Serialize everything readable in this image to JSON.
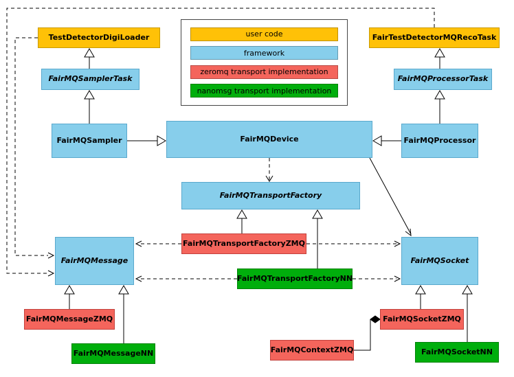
{
  "palette": {
    "user_code": "#FFC107",
    "framework": "#87CEEB",
    "zeromq": "#F4655C",
    "nanomsg": "#00AE0C"
  },
  "legend": {
    "items": [
      {
        "label": "user code",
        "category": "user_code"
      },
      {
        "label": "framework",
        "category": "framework"
      },
      {
        "label": "zeromq transport implementation",
        "category": "zeromq"
      },
      {
        "label": "nanomsg transport implementation",
        "category": "nanomsg"
      }
    ]
  },
  "nodes": {
    "testDetectorDigiLoader": {
      "label": "TestDetectorDigiLoader",
      "category": "user_code",
      "abstract": false
    },
    "fairTestDetectorMQRecoTask": {
      "label": "FairTestDetectorMQRecoTask",
      "category": "user_code",
      "abstract": false
    },
    "fairMQSamplerTask": {
      "label": "FairMQSamplerTask",
      "category": "framework",
      "abstract": true
    },
    "fairMQProcessorTask": {
      "label": "FairMQProcessorTask",
      "category": "framework",
      "abstract": true
    },
    "fairMQSampler": {
      "label": "FairMQSampler",
      "category": "framework",
      "abstract": false
    },
    "fairMQDevice": {
      "label": "FairMQDevice",
      "category": "framework",
      "abstract": false
    },
    "fairMQProcessor": {
      "label": "FairMQProcessor",
      "category": "framework",
      "abstract": false
    },
    "fairMQTransportFactory": {
      "label": "FairMQTransportFactory",
      "category": "framework",
      "abstract": true
    },
    "fairMQTransportFactoryZMQ": {
      "label": "FairMQTransportFactoryZMQ",
      "category": "zeromq",
      "abstract": false
    },
    "fairMQTransportFactoryNN": {
      "label": "FairMQTransportFactoryNN",
      "category": "nanomsg",
      "abstract": false
    },
    "fairMQMessage": {
      "label": "FairMQMessage",
      "category": "framework",
      "abstract": true
    },
    "fairMQSocket": {
      "label": "FairMQSocket",
      "category": "framework",
      "abstract": true
    },
    "fairMQMessageZMQ": {
      "label": "FairMQMessageZMQ",
      "category": "zeromq",
      "abstract": false
    },
    "fairMQMessageNN": {
      "label": "FairMQMessageNN",
      "category": "nanomsg",
      "abstract": false
    },
    "fairMQContextZMQ": {
      "label": "FairMQContextZMQ",
      "category": "zeromq",
      "abstract": false
    },
    "fairMQSocketZMQ": {
      "label": "FairMQSocketZMQ",
      "category": "zeromq",
      "abstract": false
    },
    "fairMQSocketNN": {
      "label": "FairMQSocketNN",
      "category": "nanomsg",
      "abstract": false
    }
  },
  "edges": [
    {
      "from": "TestDetectorDigiLoader",
      "to": "FairMQSamplerTask",
      "type": "generalization"
    },
    {
      "from": "FairMQSampler",
      "to": "FairMQSamplerTask",
      "type": "generalization"
    },
    {
      "from": "FairTestDetectorMQRecoTask",
      "to": "FairMQProcessorTask",
      "type": "generalization"
    },
    {
      "from": "FairMQProcessor",
      "to": "FairMQProcessorTask",
      "type": "generalization"
    },
    {
      "from": "FairMQSampler",
      "to": "FairMQDevice",
      "type": "generalization"
    },
    {
      "from": "FairMQProcessor",
      "to": "FairMQDevice",
      "type": "generalization"
    },
    {
      "from": "FairMQDevice",
      "to": "FairMQTransportFactory",
      "type": "dashed-dependency"
    },
    {
      "from": "FairMQDevice",
      "to": "FairMQSocket",
      "type": "association"
    },
    {
      "from": "FairMQTransportFactoryZMQ",
      "to": "FairMQTransportFactory",
      "type": "generalization"
    },
    {
      "from": "FairMQTransportFactoryNN",
      "to": "FairMQTransportFactory",
      "type": "generalization"
    },
    {
      "from": "FairMQTransportFactoryZMQ",
      "to": "FairMQMessage",
      "type": "dashed-dependency"
    },
    {
      "from": "FairMQTransportFactoryZMQ",
      "to": "FairMQSocket",
      "type": "dashed-dependency"
    },
    {
      "from": "FairMQTransportFactoryNN",
      "to": "FairMQMessage",
      "type": "dashed-dependency"
    },
    {
      "from": "FairMQTransportFactoryNN",
      "to": "FairMQSocket",
      "type": "dashed-dependency"
    },
    {
      "from": "TestDetectorDigiLoader",
      "to": "FairMQMessage",
      "type": "dashed-dependency"
    },
    {
      "from": "FairTestDetectorMQRecoTask",
      "to": "FairMQMessage",
      "type": "dashed-dependency"
    },
    {
      "from": "FairMQMessageZMQ",
      "to": "FairMQMessage",
      "type": "generalization"
    },
    {
      "from": "FairMQMessageNN",
      "to": "FairMQMessage",
      "type": "generalization"
    },
    {
      "from": "FairMQSocketZMQ",
      "to": "FairMQSocket",
      "type": "generalization"
    },
    {
      "from": "FairMQSocketNN",
      "to": "FairMQSocket",
      "type": "generalization"
    },
    {
      "from": "FairMQSocketZMQ",
      "to": "FairMQContextZMQ",
      "type": "composition"
    }
  ]
}
